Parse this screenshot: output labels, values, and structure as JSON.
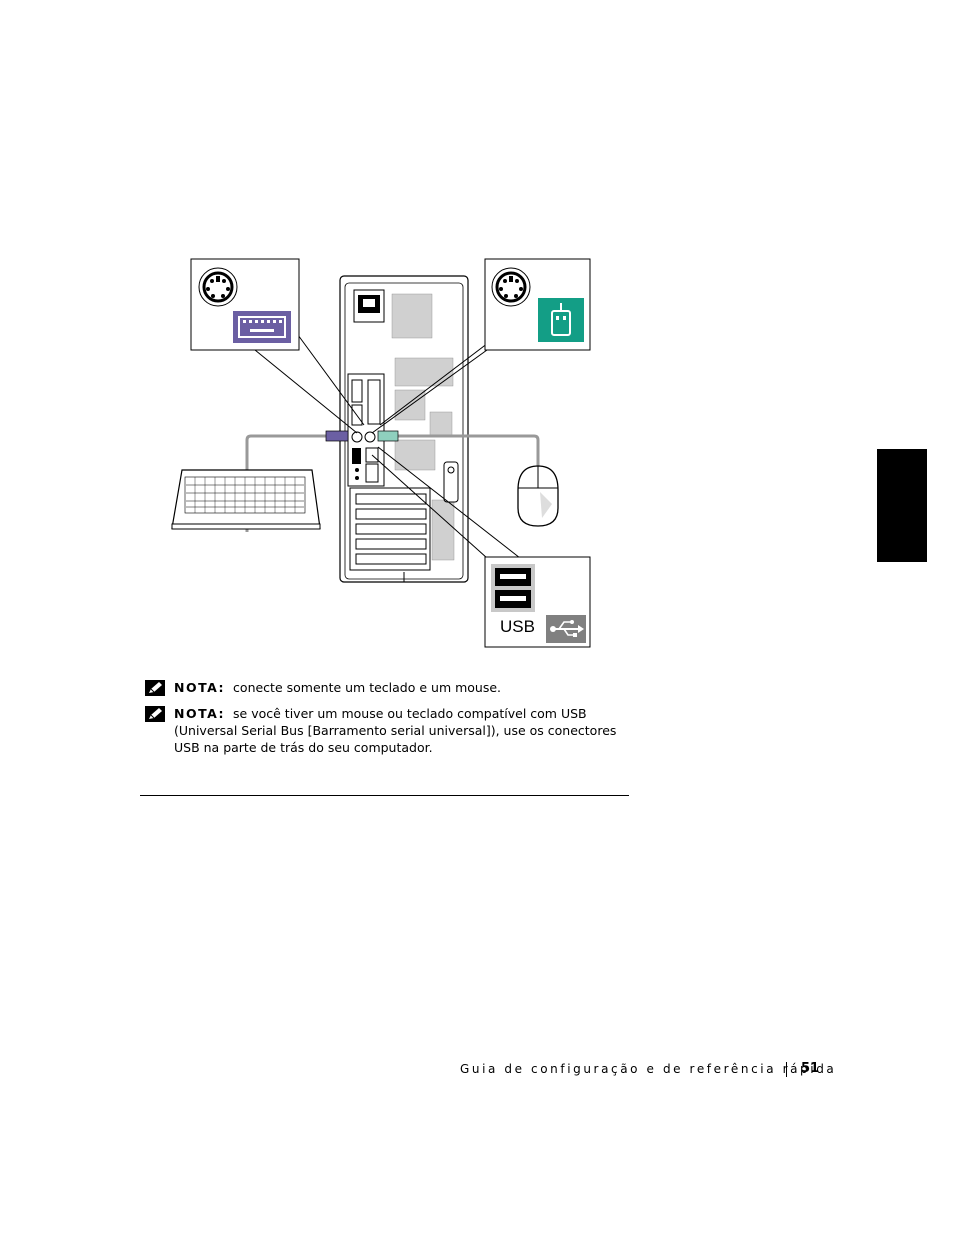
{
  "notes": [
    {
      "label": "NOTA:",
      "text": "conecte somente um teclado e um mouse.",
      "icon": "note-pencil-icon"
    },
    {
      "label": "NOTA:",
      "text": "se você tiver um mouse ou teclado compatível com USB (Universal Serial Bus [Barramento serial universal]), use os conectores USB na parte de trás do seu computador.",
      "icon": "note-pencil-icon"
    }
  ],
  "diagram": {
    "usb_label": "USB",
    "keyboard_color": "#6b5fa3",
    "mouse_color": "#139e86"
  },
  "footer": {
    "title": "Guia de configuração e de referência rápida",
    "page_number": "51"
  }
}
